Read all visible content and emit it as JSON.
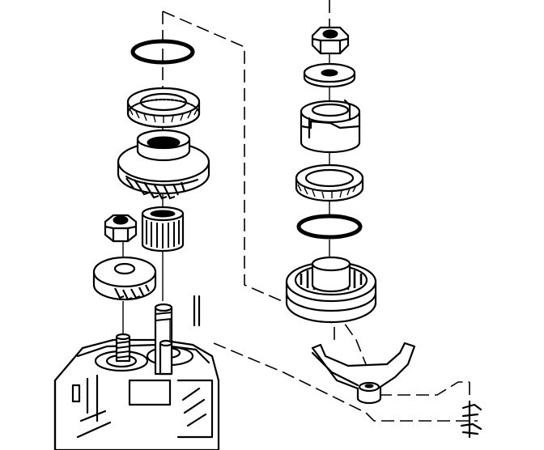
{
  "figure": {
    "kind": "exploded-assembly-line-drawing",
    "ink_color": "#000000",
    "background_color": "#ffffff",
    "text": []
  },
  "left_stack_parts": [
    "snap-ring",
    "bearing-race",
    "helical-gear",
    "lock-nut",
    "needle-bearing",
    "pinion-gear",
    "housing"
  ],
  "right_stack_parts": [
    "nut",
    "washer",
    "collar",
    "bearing-race",
    "snap-ring",
    "hub-with-bearing",
    "shift-fork",
    "spring-clip"
  ]
}
